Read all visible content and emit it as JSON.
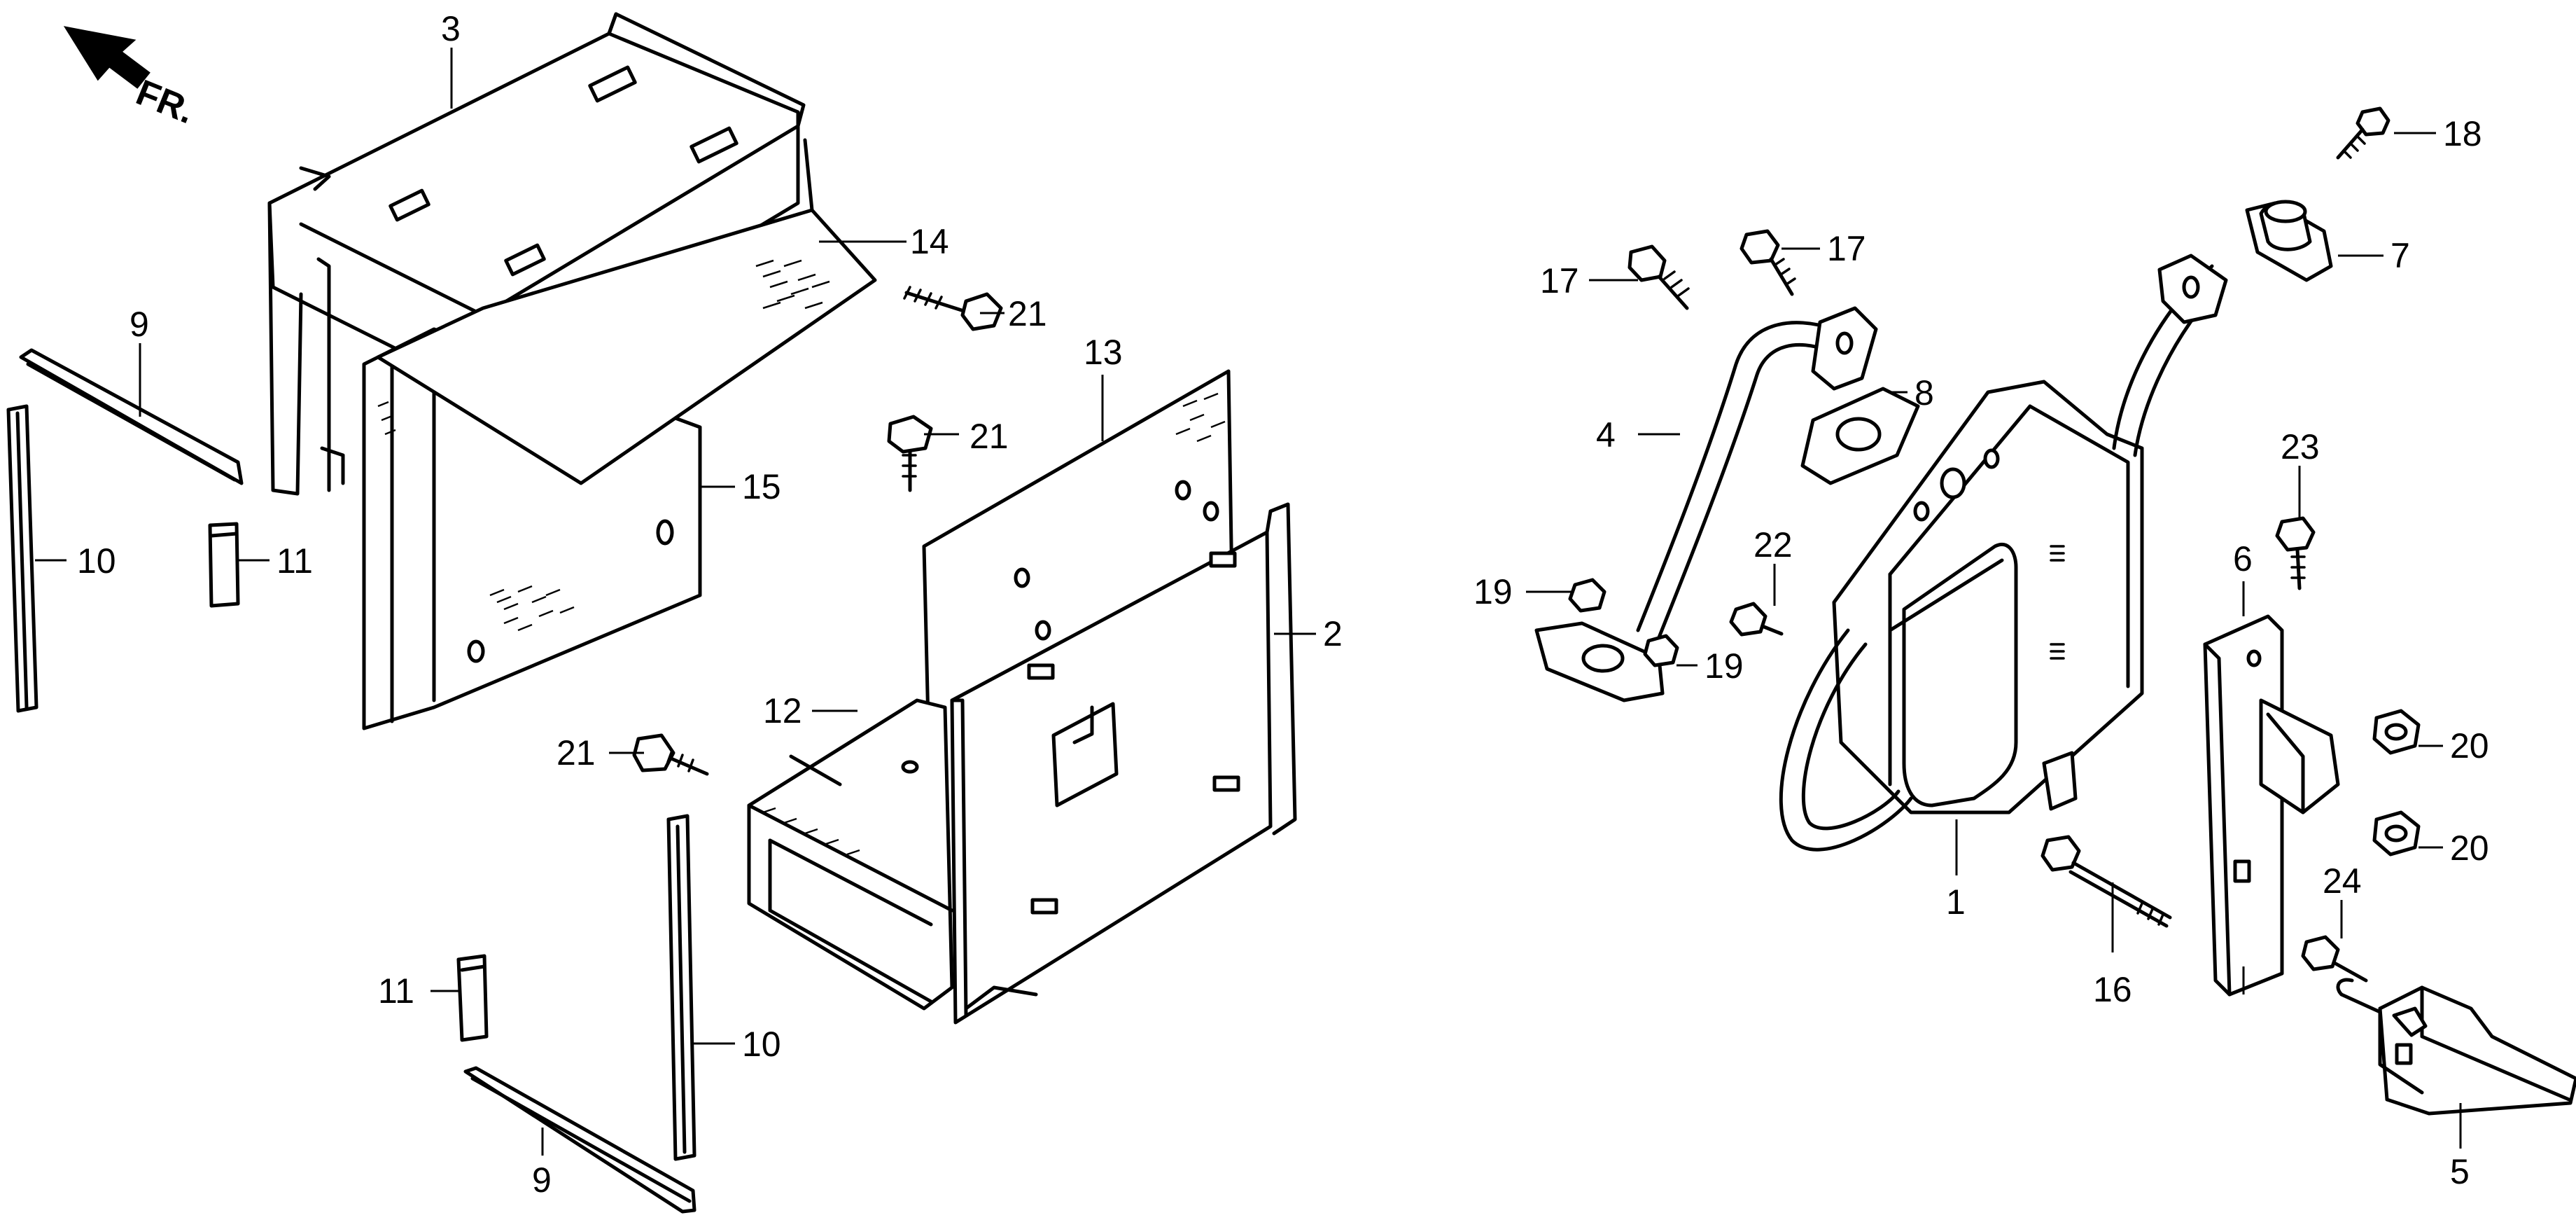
{
  "direction_label": "FR.",
  "callouts": {
    "c1": "1",
    "c2": "2",
    "c3": "3",
    "c4": "4",
    "c5": "5",
    "c6": "6",
    "c7": "7",
    "c8": "8",
    "c9a": "9",
    "c9b": "9",
    "c10a": "10",
    "c10b": "10",
    "c11a": "11",
    "c11b": "11",
    "c12": "12",
    "c13": "13",
    "c14": "14",
    "c15": "15",
    "c16": "16",
    "c17a": "17",
    "c17b": "17",
    "c18": "18",
    "c19a": "19",
    "c19b": "19",
    "c20a": "20",
    "c20b": "20",
    "c21a": "21",
    "c21b": "21",
    "c21c": "21",
    "c22": "22",
    "c23": "23",
    "c24": "24"
  }
}
